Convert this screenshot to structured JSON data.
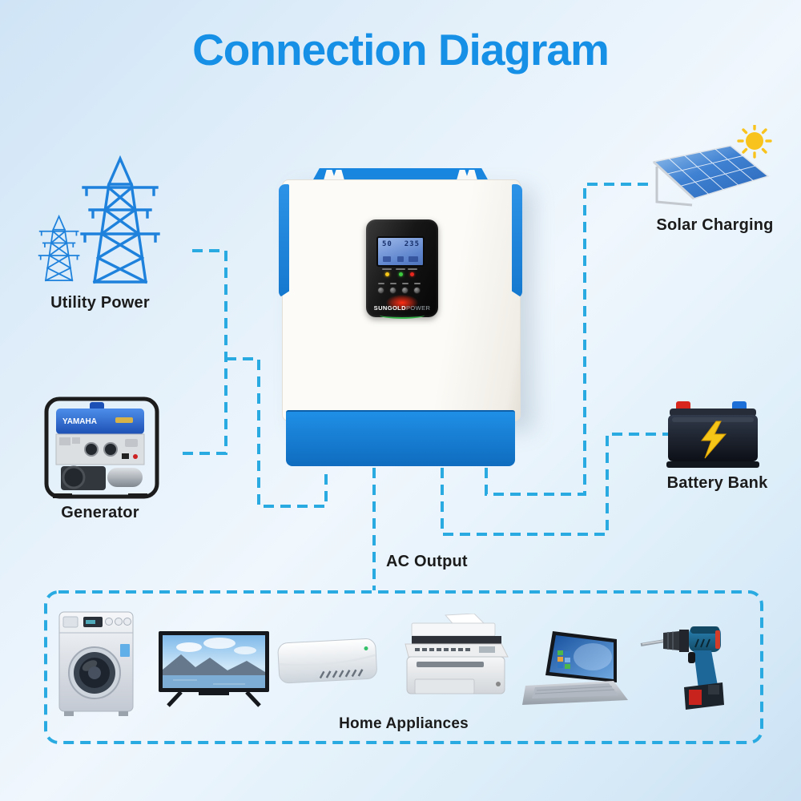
{
  "title": "Connection Diagram",
  "colors": {
    "title_blue": "#1590e6",
    "connector_dash": "#29abe2",
    "pylon_blue": "#1e82dc",
    "inverter_blue": "#1886e0",
    "label_text": "#1b1b1b",
    "sun_yellow": "#f9c31d",
    "battery_bolt_yellow": "#f5c518"
  },
  "nodes": {
    "utility": {
      "label": "Utility Power",
      "icon": "transmission-towers-icon"
    },
    "solar": {
      "label": "Solar Charging",
      "icon": "solar-panel-sun-icon"
    },
    "generator": {
      "label": "Generator",
      "icon": "portable-generator-icon",
      "brand": "YAMAHA"
    },
    "battery": {
      "label": "Battery Bank",
      "icon": "car-battery-icon"
    },
    "ac_output": {
      "label": "AC Output"
    },
    "appliances": {
      "label": "Home Appliances",
      "items": [
        "washing-machine-icon",
        "tv-icon",
        "air-conditioner-icon",
        "printer-icon",
        "laptop-icon",
        "power-drill-icon"
      ]
    }
  },
  "inverter": {
    "brand": "SUNGOLD",
    "brand_suffix": "POWER",
    "lcd_left": "50",
    "lcd_right": "235"
  },
  "connections": [
    {
      "from": "Utility Power",
      "to": "Inverter"
    },
    {
      "from": "Generator",
      "to": "Inverter"
    },
    {
      "from": "Solar Charging",
      "to": "Inverter"
    },
    {
      "from": "Battery Bank",
      "to": "Inverter"
    },
    {
      "from": "Inverter",
      "to": "Home Appliances",
      "label": "AC Output"
    }
  ]
}
